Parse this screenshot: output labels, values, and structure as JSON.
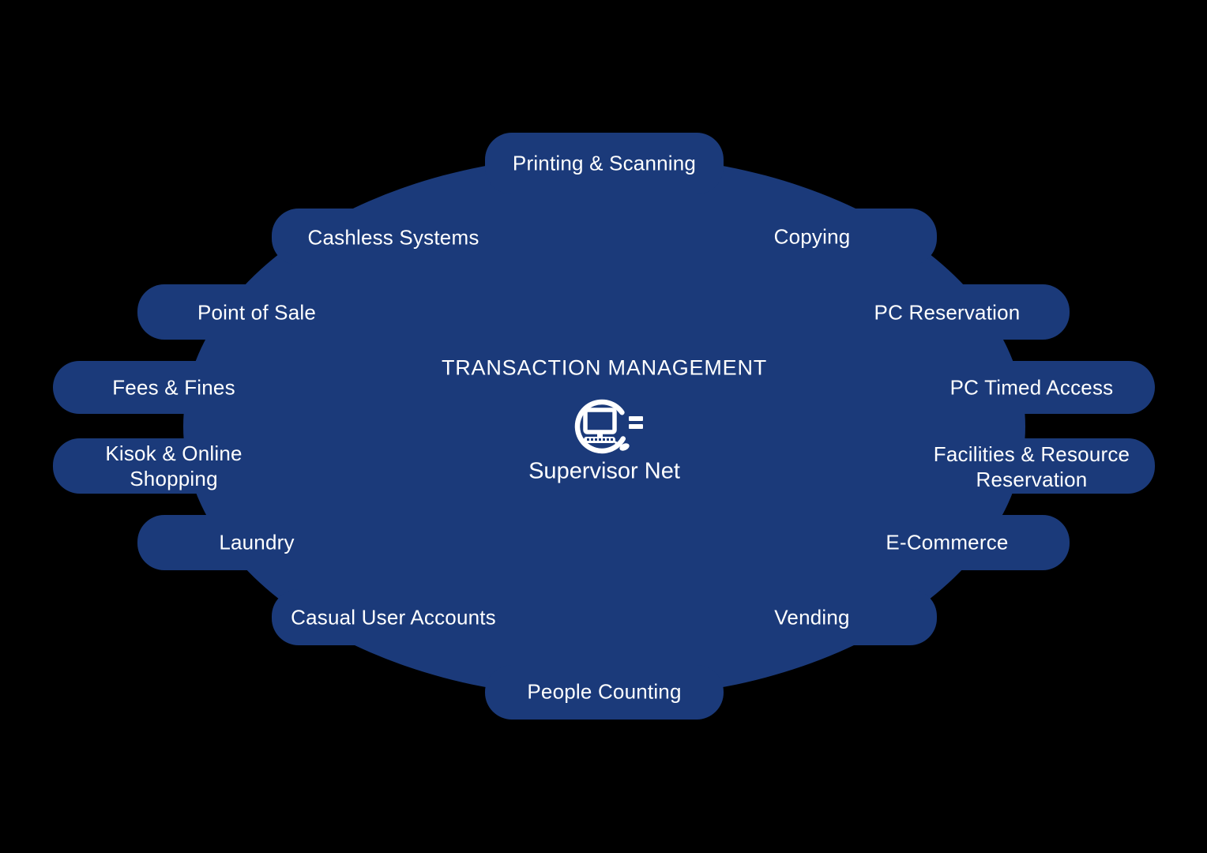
{
  "background_color": "#000000",
  "diagram": {
    "shape_color": "#1b3a7a",
    "text_color": "#ffffff",
    "center": {
      "title": "TRANSACTION MANAGEMENT",
      "product": "Supervisor Net",
      "icon": "computer-in-circle-logo-icon"
    },
    "nodes": [
      {
        "id": "printing-scanning",
        "label": "Printing & Scanning"
      },
      {
        "id": "cashless-systems",
        "label": "Cashless Systems"
      },
      {
        "id": "copying",
        "label": "Copying"
      },
      {
        "id": "point-of-sale",
        "label": "Point of Sale"
      },
      {
        "id": "pc-reservation",
        "label": "PC Reservation"
      },
      {
        "id": "fees-fines",
        "label": "Fees & Fines"
      },
      {
        "id": "pc-timed-access",
        "label": "PC Timed Access"
      },
      {
        "id": "kiosk-online-shopping",
        "label": "Kisok & Online Shopping"
      },
      {
        "id": "facilities-resource-reservation",
        "label": "Facilities & Resource Reservation"
      },
      {
        "id": "laundry",
        "label": "Laundry"
      },
      {
        "id": "e-commerce",
        "label": "E-Commerce"
      },
      {
        "id": "casual-user-accounts",
        "label": "Casual User Accounts"
      },
      {
        "id": "vending",
        "label": "Vending"
      },
      {
        "id": "people-counting",
        "label": "People Counting"
      }
    ]
  }
}
